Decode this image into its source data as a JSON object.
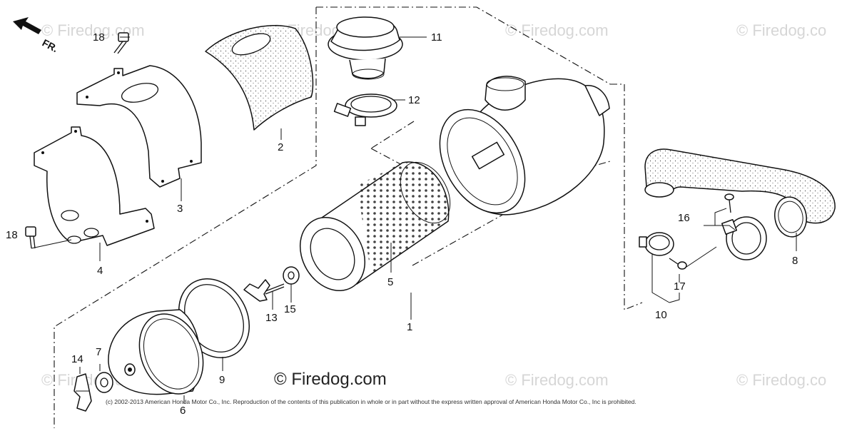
{
  "diagram": {
    "direction_label": "FR.",
    "part_labels": [
      "1",
      "2",
      "3",
      "4",
      "5",
      "6",
      "7",
      "8",
      "9",
      "10",
      "11",
      "12",
      "13",
      "14",
      "15",
      "16",
      "17",
      "18"
    ],
    "watermark_text": "© Firedog.com",
    "watermark_partial": "© Firedog.co",
    "copyright_notice": "(c) 2002-2013 American Honda Motor Co., Inc. Reproduction of the contents of this publication in whole or in part without the express written approval of American Honda Motor Co., Inc is prohibited."
  }
}
